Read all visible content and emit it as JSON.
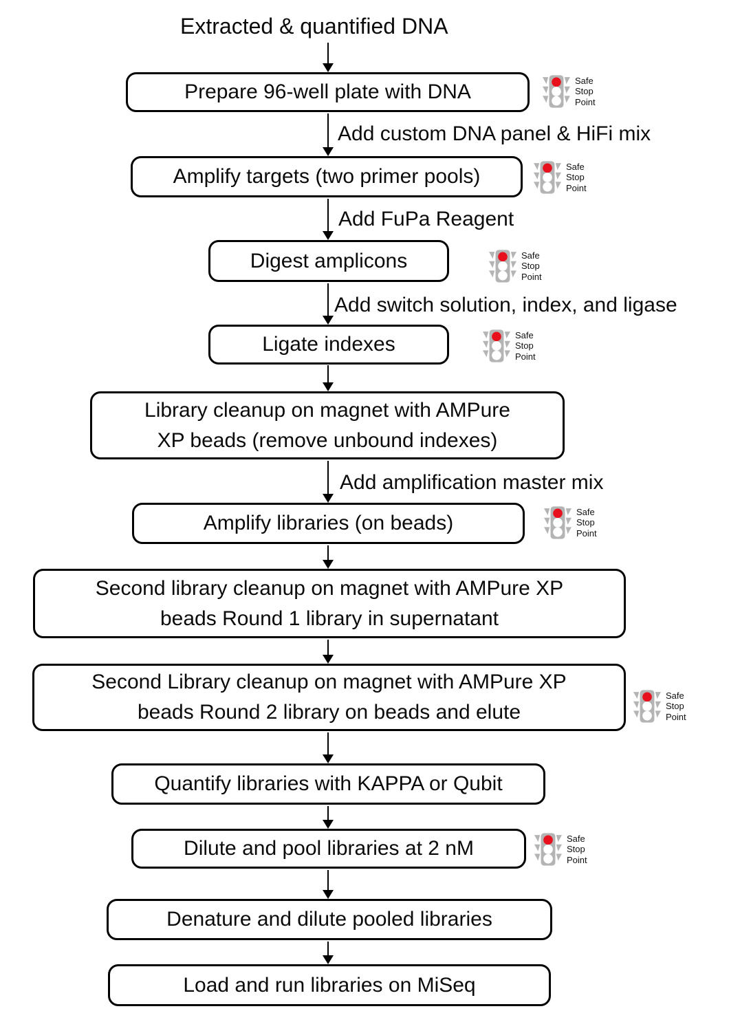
{
  "title": "Extracted & quantified DNA",
  "colors": {
    "stop_light_red": "#e8101c",
    "traffic_light_gray": "#b4b4b4",
    "line_black": "#000000",
    "background": "#ffffff"
  },
  "safe_stop": {
    "lines": [
      "Safe",
      "Stop",
      "Point"
    ]
  },
  "steps": [
    {
      "label": "Prepare 96-well plate with DNA",
      "safe_stop_point": true,
      "arrow_label_after": "Add custom DNA panel & HiFi mix"
    },
    {
      "label": "Amplify targets (two primer pools)",
      "safe_stop_point": true,
      "arrow_label_after": "Add FuPa Reagent"
    },
    {
      "label": "Digest amplicons",
      "safe_stop_point": true,
      "arrow_label_after": "Add switch solution, index, and ligase"
    },
    {
      "label": "Ligate indexes",
      "safe_stop_point": true,
      "arrow_label_after": ""
    },
    {
      "label": "Library cleanup on magnet with AMPure\nXP beads (remove unbound indexes)",
      "safe_stop_point": false,
      "arrow_label_after": "Add amplification master mix"
    },
    {
      "label": "Amplify libraries (on beads)",
      "safe_stop_point": true,
      "arrow_label_after": ""
    },
    {
      "label": "Second library cleanup on magnet with AMPure XP\nbeads Round 1 library in supernatant",
      "safe_stop_point": false,
      "arrow_label_after": ""
    },
    {
      "label": "Second Library cleanup on magnet with AMPure XP\nbeads Round 2 library on beads and elute",
      "safe_stop_point": true,
      "arrow_label_after": ""
    },
    {
      "label": "Quantify libraries with KAPPA or Qubit",
      "safe_stop_point": false,
      "arrow_label_after": ""
    },
    {
      "label": "Dilute and pool libraries at 2 nM",
      "safe_stop_point": true,
      "arrow_label_after": ""
    },
    {
      "label": "Denature and dilute pooled libraries",
      "safe_stop_point": false,
      "arrow_label_after": ""
    },
    {
      "label": "Load and run libraries on MiSeq",
      "safe_stop_point": false,
      "arrow_label_after": ""
    }
  ]
}
